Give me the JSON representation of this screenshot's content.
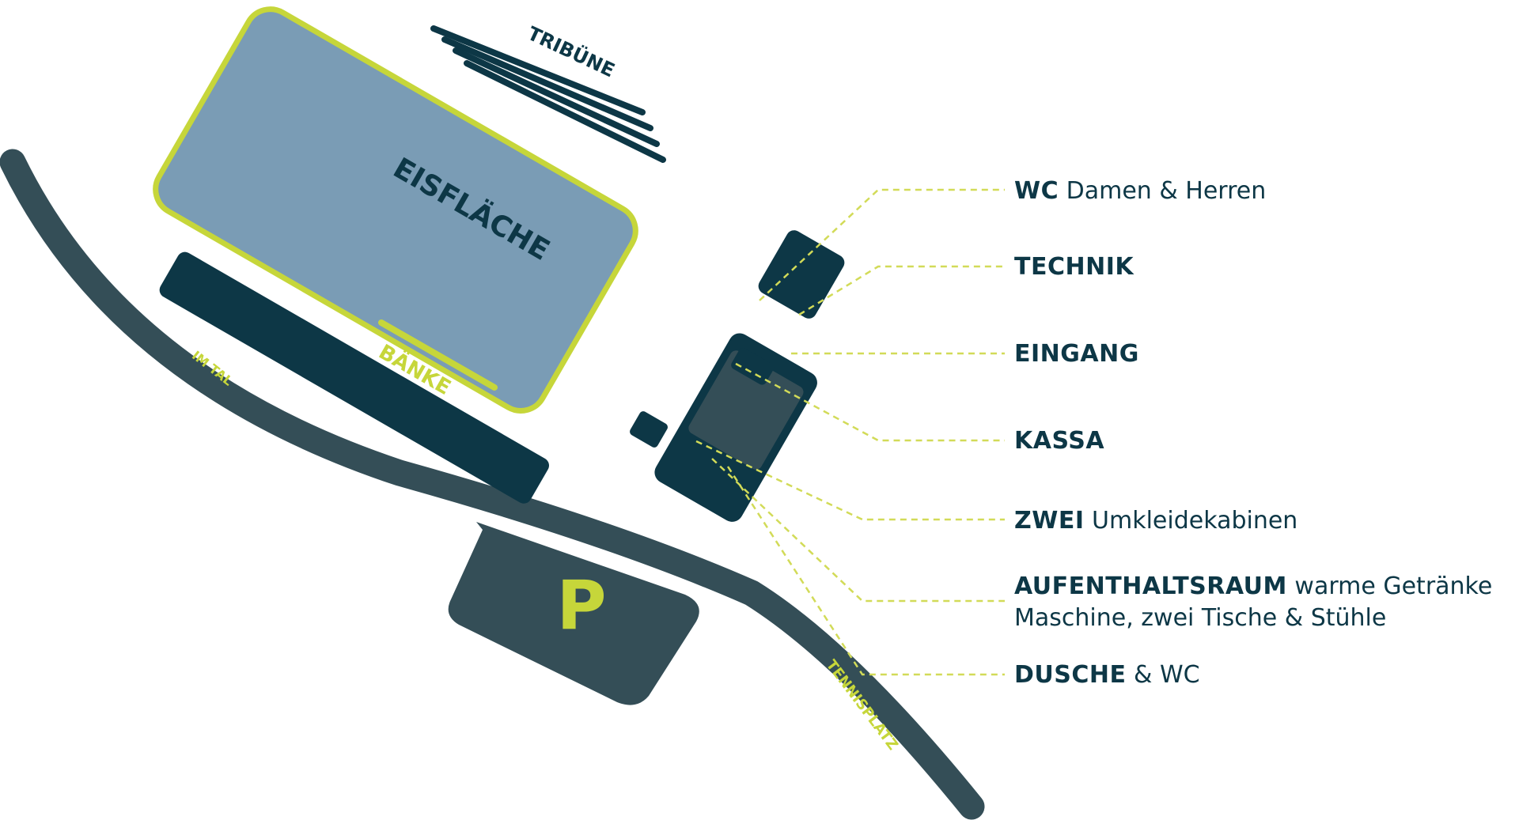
{
  "colors": {
    "dark": "#0d3746",
    "slate": "#344e57",
    "ice": "#7a9cb5",
    "accent": "#c6d63a",
    "leader": "#d2db58",
    "background": "#ffffff"
  },
  "map_labels": {
    "tribune": "TRIBÜNE",
    "ice_rink": "EISFLÄCHE",
    "benches": "BÄNKE",
    "street_upper": "IM TAL",
    "street_lower": "TENNISPLATZ",
    "parking": "P"
  },
  "legend": {
    "wc": {
      "strong": "WC",
      "light": " Damen & Herren"
    },
    "technik": {
      "strong": "TECHNIK"
    },
    "eingang": {
      "strong": "EINGANG"
    },
    "kassa": {
      "strong": "KASSA"
    },
    "umkleide": {
      "strong": "ZWEI",
      "light": " Umkleidekabinen"
    },
    "aufenthalt": {
      "strong": "AUFENTHALTSRAUM",
      "light": " warme Getränke",
      "line2": "Maschine, zwei Tische & Stühle"
    },
    "dusche": {
      "strong": "DUSCHE",
      "light": " & WC"
    }
  }
}
